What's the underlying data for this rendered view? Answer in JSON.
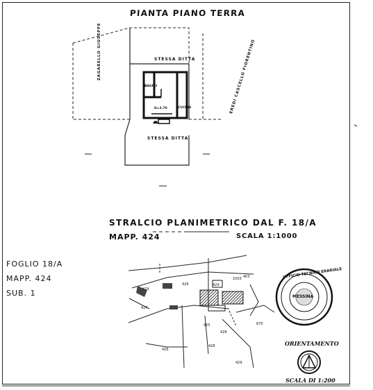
{
  "document": {
    "plan_title": "PIANTA PIANO TERRA",
    "section_title": "STRALCIO PLANIMETRICO DAL F. 18/A",
    "mapp_label": "MAPP. 424",
    "scale_label": "SCALA 1:1000",
    "foglio_info": [
      "FOGLIO 18/A",
      "MAPP. 424",
      "SUB. 1"
    ],
    "orientation_label": "ORIENTAMENTO",
    "scale_bottom": "SCALA DI 1:200"
  },
  "plan_labels": {
    "top_road": "STESSA DITTA",
    "bottom_road": "STESSA DITTA",
    "left_side": "ZAGARELLO GIUSEPPE",
    "right_side": "EREDI CASCELLO FIORENTINO",
    "room_1": "BAGNO",
    "room_2": "H=3.70",
    "room_3": "CUCINA"
  },
  "map_labels": [
    "403",
    "426",
    "427",
    "425",
    "428",
    "424",
    "426",
    "428",
    "429",
    "429",
    "1003",
    "670"
  ],
  "stamp": {
    "outer_text": "UFFICIO TECNICO ERARIALE",
    "inner_text": "MESSINA"
  },
  "icons": {
    "compass": "compass-icon",
    "stamp": "official-stamp"
  }
}
